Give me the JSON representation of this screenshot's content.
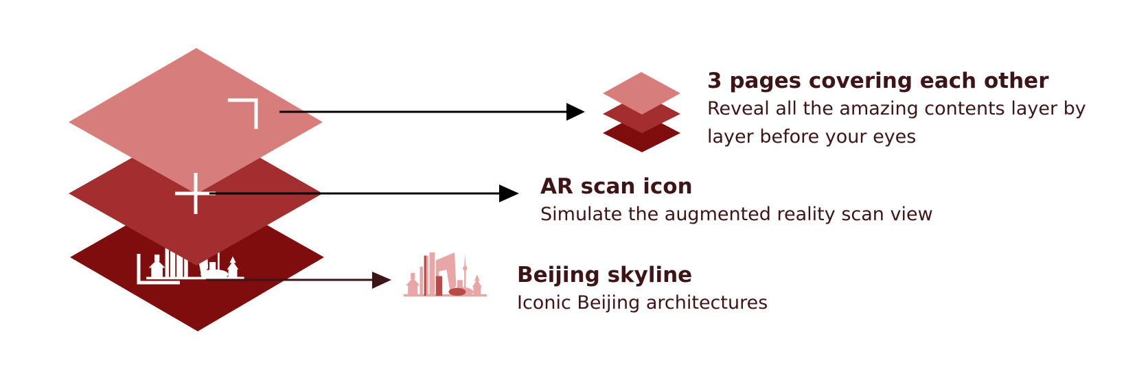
{
  "colors": {
    "layer_top": "#d77d7c",
    "layer_mid": "#a22e2f",
    "layer_bottom": "#800d0d",
    "skyline_white": "#ffffff",
    "skyline_pink": "#e8a7a6",
    "arrow": "#000000",
    "text": "#3d1517"
  },
  "icons": [
    "stacked-pages-icon",
    "ar-corner-icon",
    "crosshair-icon",
    "beijing-skyline-icon"
  ],
  "annotations": [
    {
      "id": "pages",
      "title": "3 pages covering each other",
      "description": "Reveal all the amazing contents layer by layer before your eyes"
    },
    {
      "id": "ar",
      "title": "AR scan icon",
      "description": "Simulate the augmented reality scan view"
    },
    {
      "id": "skyline",
      "title": "Beijing skyline",
      "description": "Iconic Beijing architectures"
    }
  ]
}
